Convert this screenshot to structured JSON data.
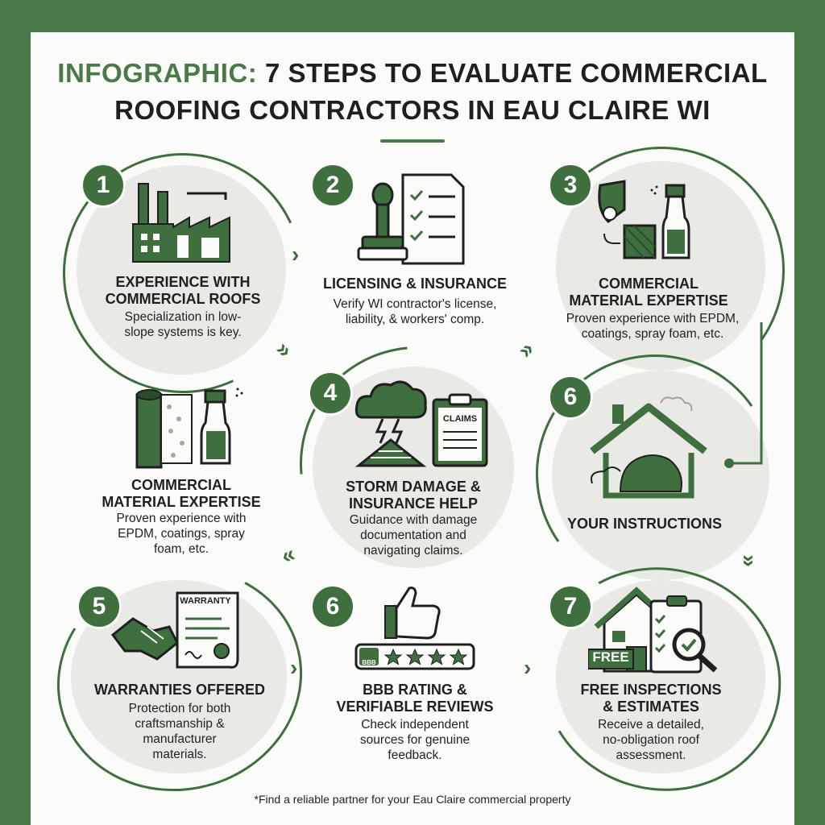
{
  "title": {
    "prefix": "INFOGRAPHIC:",
    "line1": "7 STEPS TO EVALUATE COMMERCIAL",
    "line2": "ROOFING CONTRACTORS IN EAU CLAIRE WI"
  },
  "colors": {
    "accent": "#4a7a4a",
    "dark_green": "#3f6e3f",
    "circle_bg": "#e9eae6",
    "background": "#fbfbf9"
  },
  "steps": [
    {
      "badge": "1",
      "title_l1": "EXPERIENCE WITH",
      "title_l2": "COMMERCIAL ROOFS",
      "desc_l1": "Specialization in low-",
      "desc_l2": "slope systems is key.",
      "icon": "factory-icon"
    },
    {
      "badge": "2",
      "title_l1": "LICENSING & INSURANCE",
      "desc_l1": "Verify WI contractor's license,",
      "desc_l2": "liability, & workers' comp.",
      "icon": "stamp-document-icon"
    },
    {
      "badge": "3",
      "title_l1": "COMMERCIAL",
      "title_l2": "MATERIAL EXPERTISE",
      "desc_l1": "Proven experience with EPDM,",
      "desc_l2": "coatings, spray foam, etc.",
      "icon": "roll-spray-icon"
    },
    {
      "title_l1": "COMMERCIAL",
      "title_l2": "MATERIAL EXPERTISE",
      "desc_l1": "Proven experience with",
      "desc_l2": "EPDM, coatings, spray",
      "desc_l3": "foam, etc.",
      "icon": "roll-spray-icon"
    },
    {
      "badge": "4",
      "title_l1": "STORM DAMAGE &",
      "title_l2": "INSURANCE HELP",
      "desc_l1": "Guidance with damage",
      "desc_l2": "documentation and",
      "desc_l3": "navigating claims.",
      "icon": "storm-claims-icon",
      "clipboard_label": "CLAIMS"
    },
    {
      "badge": "6",
      "title_l1": "YOUR INSTRUCTIONS",
      "icon": "house-icon"
    },
    {
      "badge": "5",
      "title_l1": "WARRANTIES OFFERED",
      "desc_l1": "Protection for both",
      "desc_l2": "craftsmanship &",
      "desc_l3": "manufacturer",
      "desc_l4": "materials.",
      "icon": "handshake-warranty-icon",
      "doc_label": "WARRANTY"
    },
    {
      "badge": "6",
      "title_l1": "BBB RATING &",
      "title_l2": "VERIFIABLE REVIEWS",
      "desc_l1": "Check independent",
      "desc_l2": "sources for genuine",
      "desc_l3": "feedback.",
      "icon": "thumbs-up-stars-icon",
      "bbb_label": "BBB"
    },
    {
      "badge": "7",
      "title_l1": "FREE INSPECTIONS",
      "title_l2": "& ESTIMATES",
      "desc_l1": "Receive a detailed,",
      "desc_l2": "no-obligation roof",
      "desc_l3": "assessment.",
      "icon": "house-checklist-icon",
      "free_label": "FREE"
    }
  ],
  "arrows": {
    "right": "›",
    "double_down": "»",
    "double_up": "»",
    "double_left": "«"
  },
  "footnote": "*Find a reliable partner for your Eau Claire commercial property"
}
